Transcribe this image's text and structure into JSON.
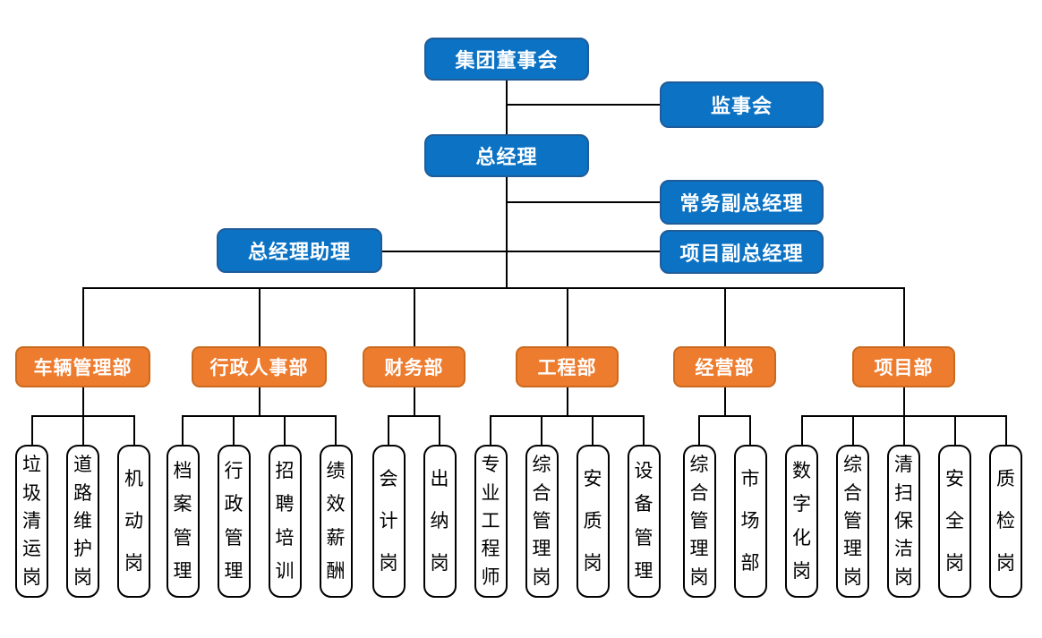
{
  "org": {
    "board": "集团董事会",
    "supervisory_board": "监事会",
    "general_manager": "总经理",
    "executive_deputy_gm": "常务副总经理",
    "gm_assistant": "总经理助理",
    "project_deputy_gm": "项目副总经理",
    "departments": [
      {
        "name": "车辆管理部",
        "positions": [
          "垃圾清运岗",
          "道路维护岗",
          "机动岗"
        ]
      },
      {
        "name": "行政人事部",
        "positions": [
          "档案管理",
          "行政管理",
          "招聘培训",
          "绩效薪酬"
        ]
      },
      {
        "name": "财务部",
        "positions": [
          "会计岗",
          "出纳岗"
        ]
      },
      {
        "name": "工程部",
        "positions": [
          "专业工程师",
          "综合管理岗",
          "安质岗",
          "设备管理"
        ]
      },
      {
        "name": "经营部",
        "positions": [
          "综合管理岗",
          "市场部"
        ]
      },
      {
        "name": "项目部",
        "positions": [
          "数字化岗",
          "综合管理岗",
          "清扫保洁岗",
          "安全岗",
          "质检岗"
        ]
      }
    ]
  },
  "colors": {
    "executive_box_fill": "#0B72C4",
    "executive_box_border": "#1F5C99",
    "department_box_fill": "#EE7C2F",
    "department_box_border": "#C96A1E",
    "position_box_border": "#000000",
    "position_text": "#000000",
    "box_text": "#FFFFFF",
    "connector": "#000000"
  }
}
